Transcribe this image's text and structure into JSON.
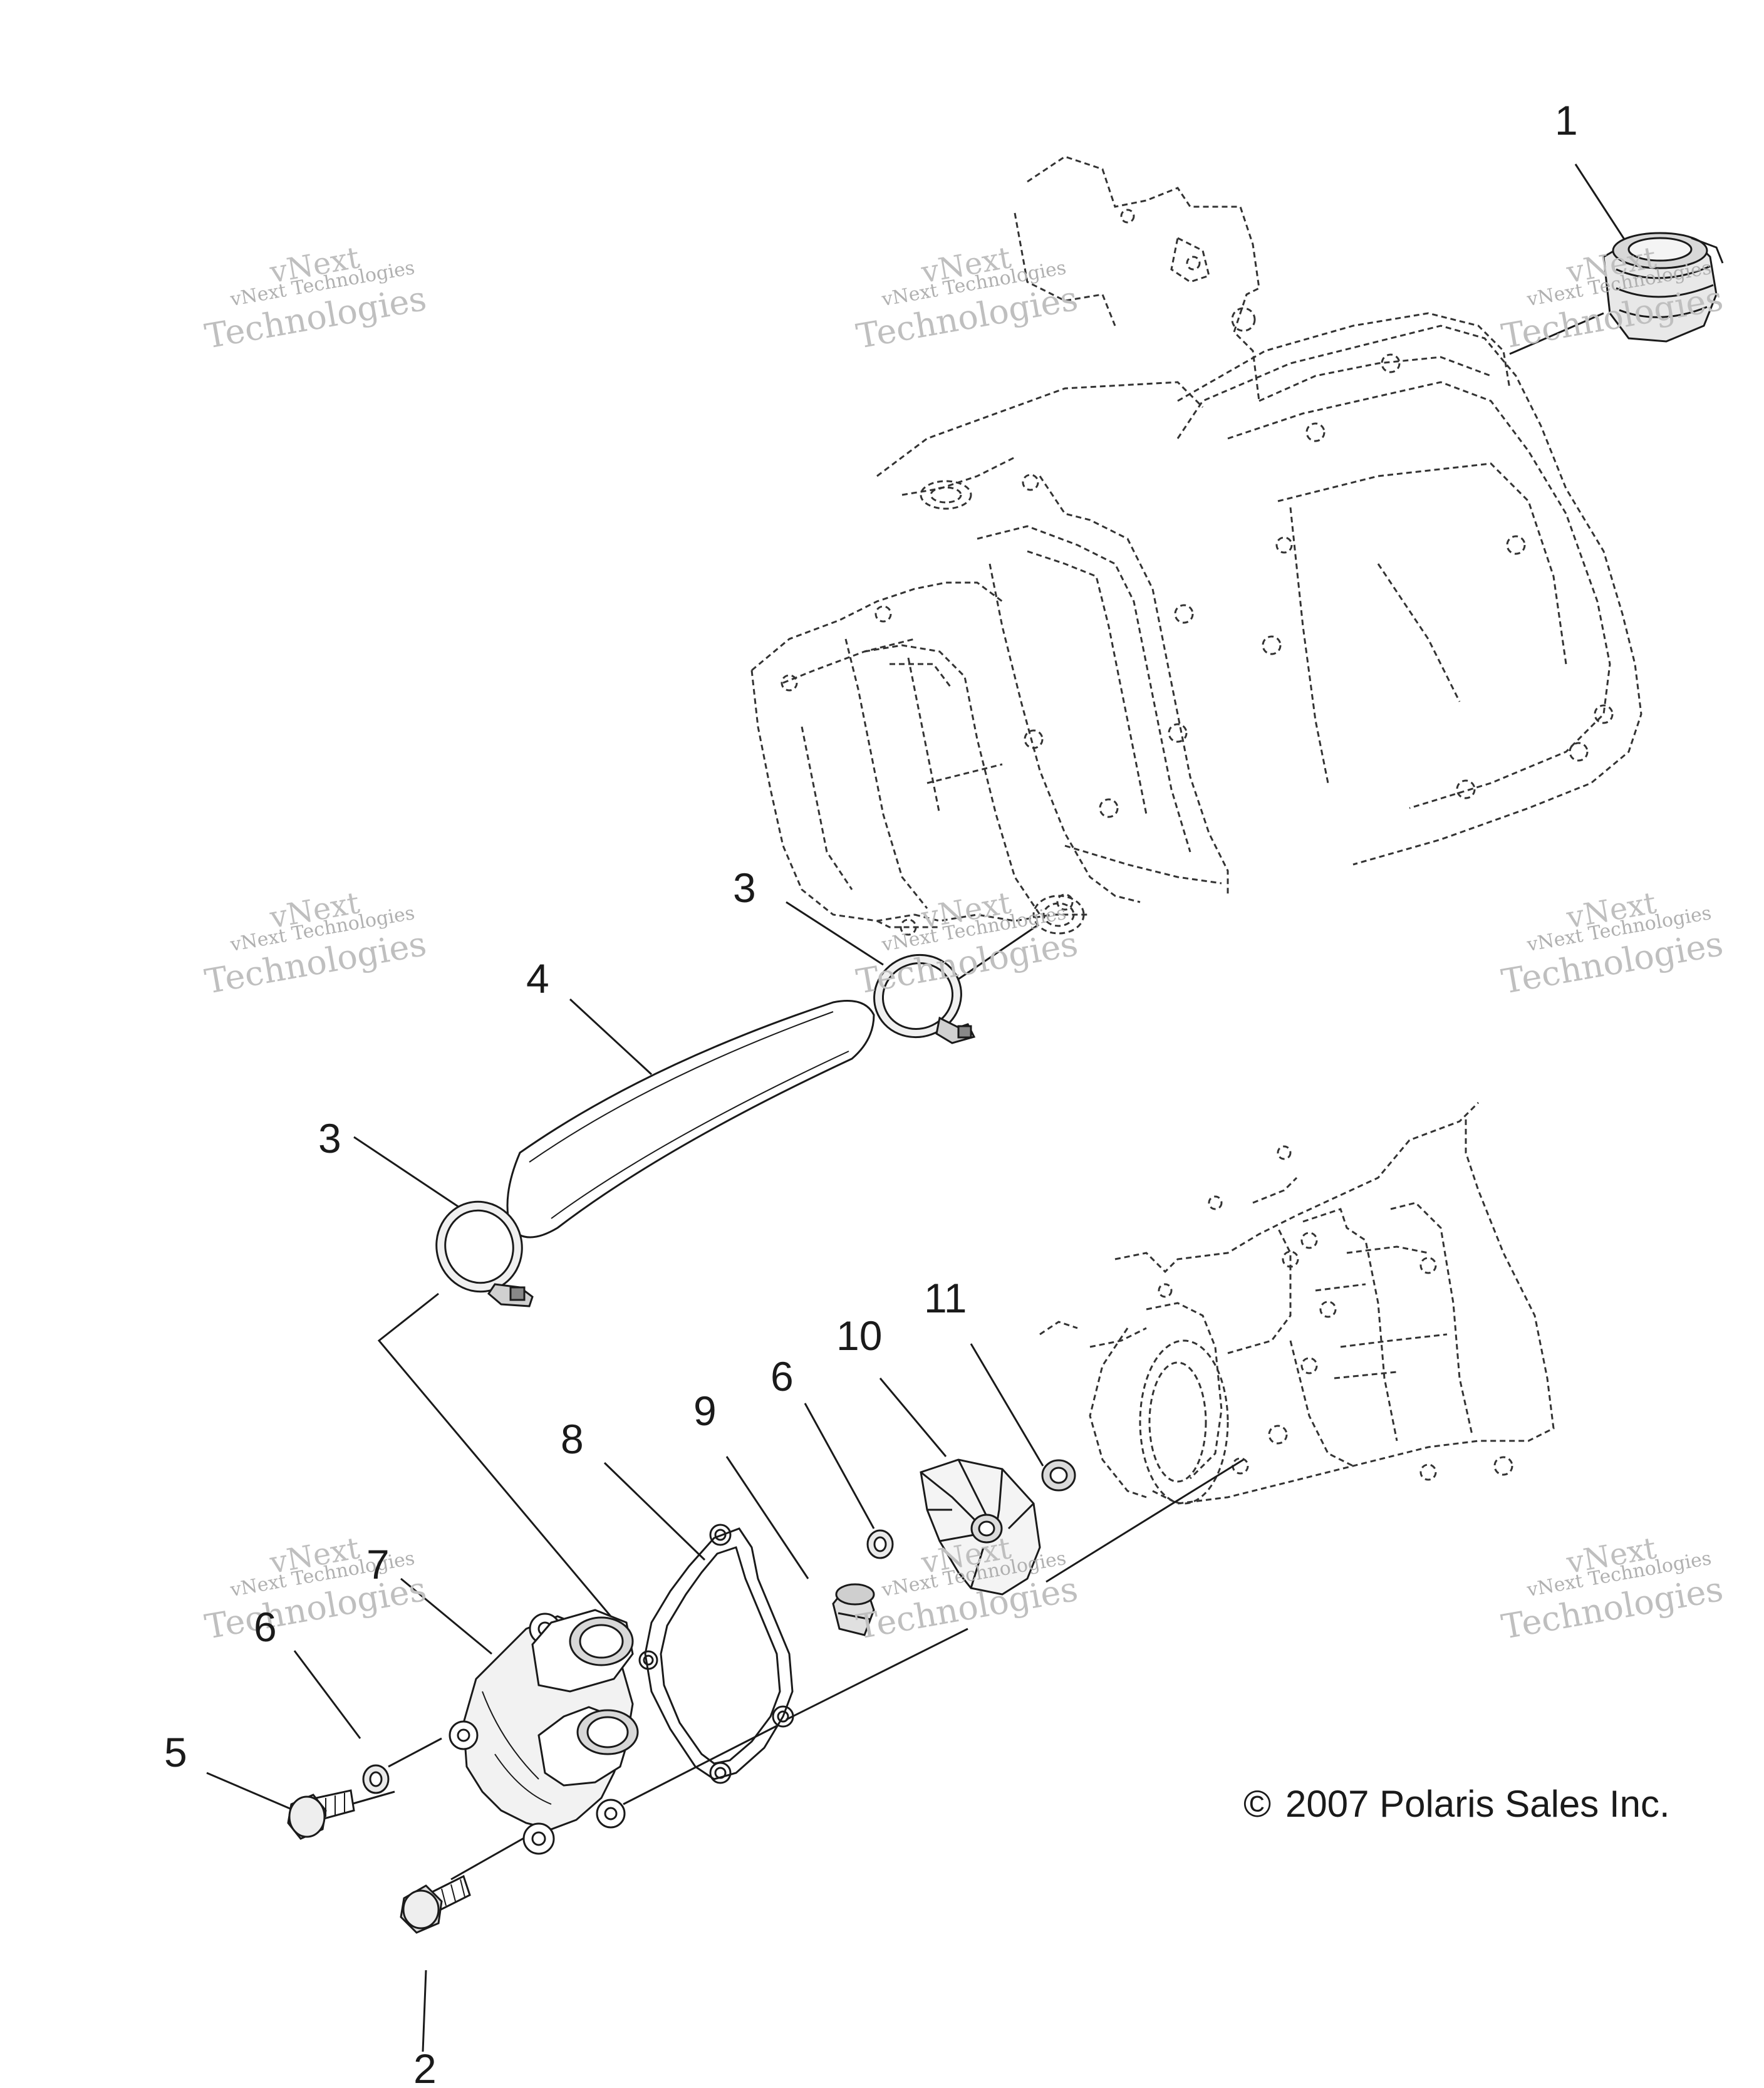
{
  "copyright": "2007 Polaris Sales Inc.",
  "copyright_symbol": "©",
  "callouts": [
    {
      "id": "thermostat",
      "number": "1"
    },
    {
      "id": "bolt-lower",
      "number": "2"
    },
    {
      "id": "clamp-upper",
      "number": "3"
    },
    {
      "id": "clamp-lower",
      "number": "3"
    },
    {
      "id": "hose",
      "number": "4"
    },
    {
      "id": "bolt-left",
      "number": "5"
    },
    {
      "id": "washer-left",
      "number": "6"
    },
    {
      "id": "washer-mid",
      "number": "6"
    },
    {
      "id": "housing",
      "number": "7"
    },
    {
      "id": "gasket",
      "number": "8"
    },
    {
      "id": "plug",
      "number": "9"
    },
    {
      "id": "impeller",
      "number": "10"
    },
    {
      "id": "seal",
      "number": "11"
    }
  ],
  "watermark": {
    "line1": "vNext",
    "line2": "vNext Technologies",
    "line3": "Technologies"
  },
  "colors": {
    "ink": "#1a1a1a",
    "watermark": "#c0c0c0",
    "background": "#ffffff"
  }
}
